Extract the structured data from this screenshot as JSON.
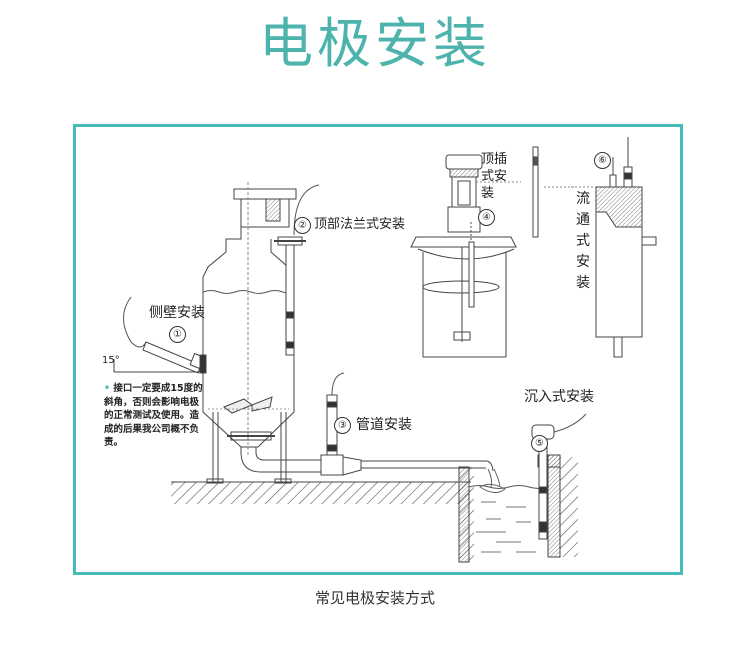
{
  "page_title": "电极安装",
  "caption": "常见电极安装方式",
  "accent_color": "#47bdb9",
  "title_color": "#4db3ad",
  "installations": [
    {
      "number": "①",
      "label": "侧壁安装"
    },
    {
      "number": "②",
      "label": "顶部法兰式安装"
    },
    {
      "number": "③",
      "label": "管道安装"
    },
    {
      "number": "④",
      "label": "顶插式安装"
    },
    {
      "number": "⑤",
      "label": "沉入式安装"
    },
    {
      "number": "⑥",
      "label": "流通式安装"
    }
  ],
  "angle_label": "15°",
  "note": {
    "bullet": "•",
    "text": "接口一定要成15度的斜角，否则会影响电极的正常测试及使用。造成的后果我公司概不负责。"
  }
}
